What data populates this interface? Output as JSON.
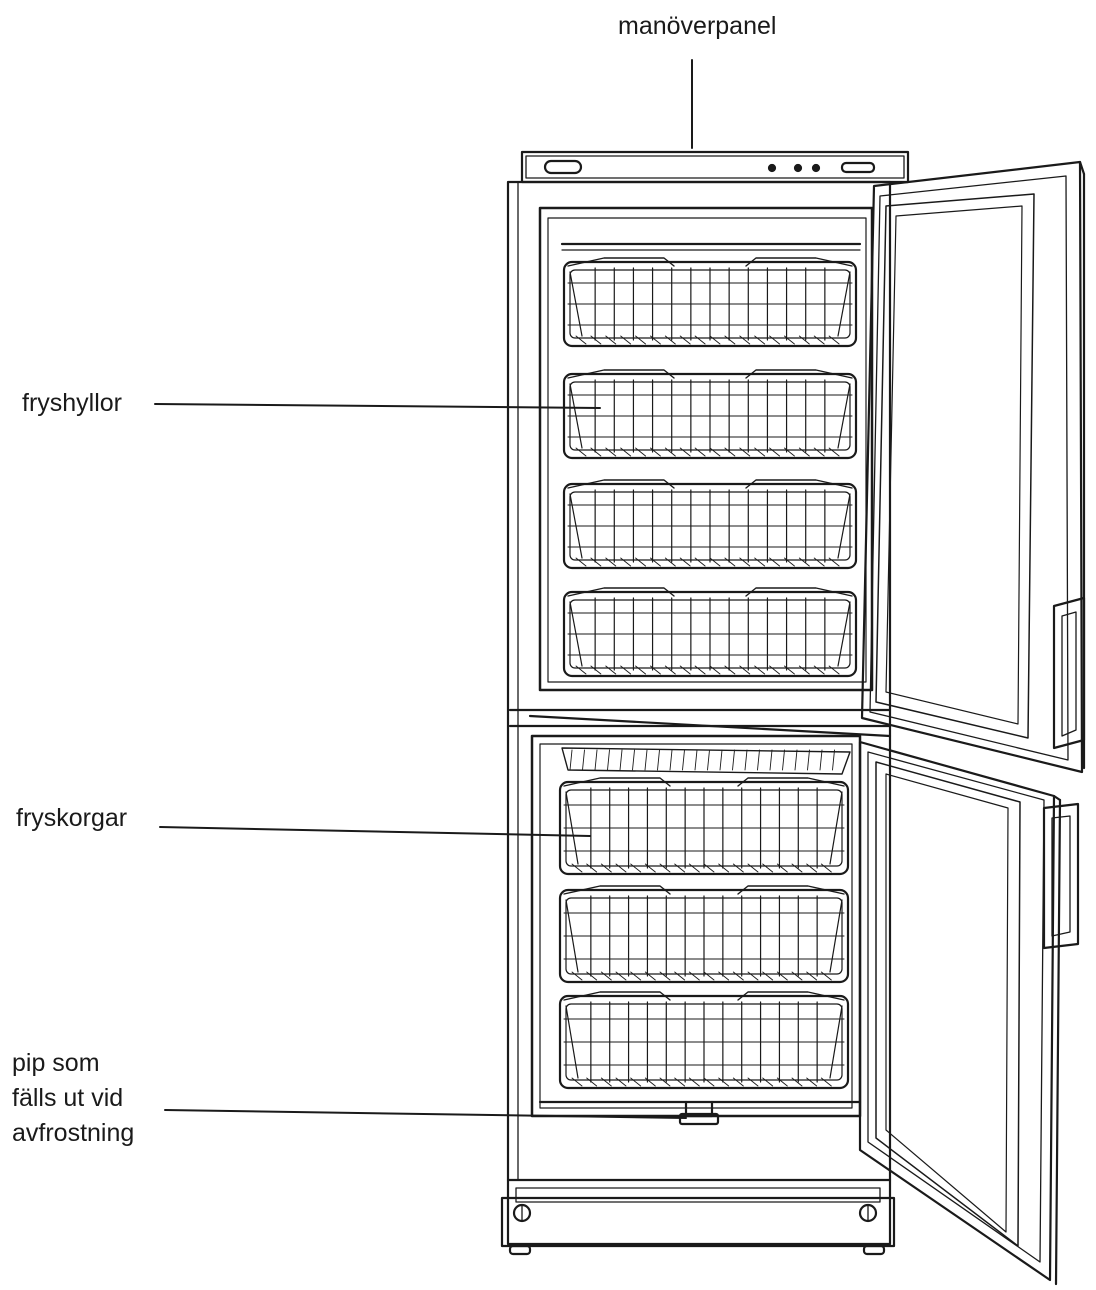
{
  "labels": {
    "control_panel": "manöverpanel",
    "freezer_shelves": "fryshyllor",
    "freezer_baskets": "fryskorgar",
    "defrost_spout": [
      "pip som",
      "fälls ut vid",
      "avfrostning"
    ]
  },
  "upper_compartment": {
    "wire_baskets": 4
  },
  "lower_compartment": {
    "wire_baskets": 4
  },
  "colors": {
    "ink": "#1a1a1a",
    "paper": "#ffffff"
  }
}
